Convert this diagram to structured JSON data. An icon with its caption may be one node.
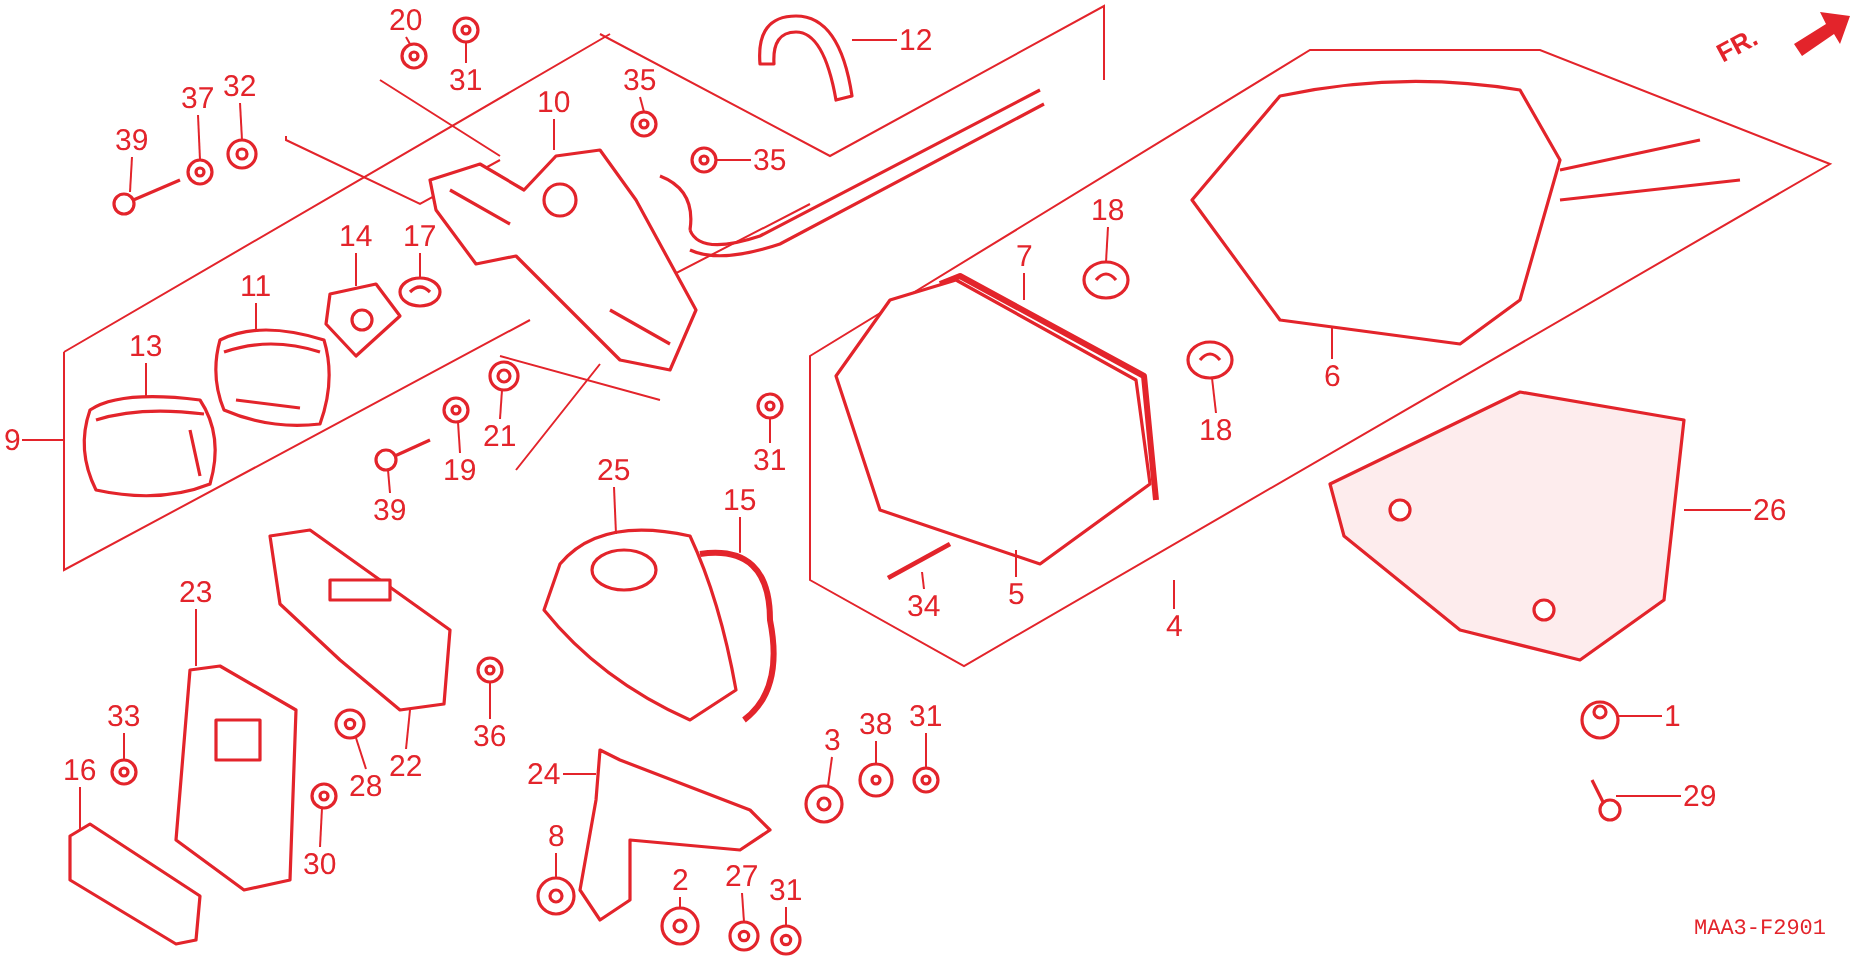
{
  "diagram": {
    "nodes": [
      {
        "text": [
          "20"
        ]
      },
      {
        "text": [
          "12"
        ]
      },
      {
        "text": [
          "31"
        ]
      },
      {
        "text": [
          "39"
        ]
      },
      {
        "text": [
          "37"
        ]
      },
      {
        "text": [
          "32"
        ]
      },
      {
        "text": [
          "10"
        ]
      },
      {
        "text": [
          "35"
        ]
      },
      {
        "text": [
          "35"
        ]
      },
      {
        "text": [
          "18"
        ]
      },
      {
        "text": [
          "14"
        ]
      },
      {
        "text": [
          "17"
        ]
      },
      {
        "text": [
          "7"
        ]
      },
      {
        "text": [
          "11"
        ]
      },
      {
        "text": [
          "13"
        ]
      },
      {
        "text": [
          "6"
        ]
      },
      {
        "text": [
          "9"
        ]
      },
      {
        "text": [
          "21"
        ]
      },
      {
        "text": [
          "18"
        ]
      },
      {
        "text": [
          "19"
        ]
      },
      {
        "text": [
          "31"
        ]
      },
      {
        "text": [
          "39"
        ]
      },
      {
        "text": [
          "25"
        ]
      },
      {
        "text": [
          "15"
        ]
      },
      {
        "text": [
          "26"
        ]
      },
      {
        "text": [
          "34"
        ]
      },
      {
        "text": [
          "5"
        ]
      },
      {
        "text": [
          "4"
        ]
      },
      {
        "text": [
          "23"
        ]
      },
      {
        "text": [
          "33"
        ]
      },
      {
        "text": [
          "36"
        ]
      },
      {
        "text": [
          "31"
        ]
      },
      {
        "text": [
          "38"
        ]
      },
      {
        "text": [
          "3"
        ]
      },
      {
        "text": [
          "1"
        ]
      },
      {
        "text": [
          "22"
        ]
      },
      {
        "text": [
          "24"
        ]
      },
      {
        "text": [
          "16"
        ]
      },
      {
        "text": [
          "28"
        ]
      },
      {
        "text": [
          "29"
        ]
      },
      {
        "text": [
          "8"
        ]
      },
      {
        "text": [
          "27"
        ]
      },
      {
        "text": [
          "2"
        ]
      },
      {
        "text": [
          "31"
        ]
      },
      {
        "text": [
          "30"
        ]
      },
      {
        "text": [],
        "shape": "picture"
      },
      {
        "text": [],
        "shape": "picture"
      },
      {
        "text": [],
        "shape": "picture"
      },
      {
        "text": [],
        "shape": "picture"
      },
      {
        "text": [],
        "shape": "picture"
      },
      {
        "text": [],
        "shape": "picture"
      },
      {
        "text": [],
        "shape": "picture"
      },
      {
        "text": [],
        "shape": "picture"
      },
      {
        "text": [],
        "shape": "picture"
      },
      {
        "text": [],
        "shape": "picture"
      },
      {
        "text": [],
        "shape": "picture"
      },
      {
        "text": [],
        "shape": "picture"
      },
      {
        "text": [],
        "shape": "picture"
      },
      {
        "text": [],
        "shape": "picture"
      },
      {
        "text": [],
        "shape": "picture"
      },
      {
        "text": [],
        "shape": "picture"
      },
      {
        "text": [],
        "shape": "picture"
      },
      {
        "text": [],
        "shape": "picture"
      },
      {
        "text": [],
        "shape": "picture"
      },
      {
        "text": [],
        "shape": "picture"
      },
      {
        "text": [],
        "shape": "picture"
      },
      {
        "text": [],
        "shape": "picture"
      },
      {
        "text": [],
        "shape": "picture"
      },
      {
        "text": [],
        "shape": "picture"
      },
      {
        "text": [],
        "shape": "picture"
      },
      {
        "text": [],
        "shape": "picture"
      },
      {
        "text": [],
        "shape": "picture"
      },
      {
        "text": [],
        "shape": "picture"
      },
      {
        "text": [],
        "shape": "picture"
      },
      {
        "text": [],
        "shape": "picture"
      },
      {
        "text": [],
        "shape": "picture"
      },
      {
        "text": [],
        "shape": "picture"
      },
      {
        "text": [],
        "shape": "picture"
      },
      {
        "text": [],
        "shape": "picture"
      },
      {
        "text": [],
        "shape": "picture"
      },
      {
        "text": [],
        "shape": "picture"
      },
      {
        "text": [],
        "shape": "picture"
      },
      {
        "text": [],
        "shape": "picture"
      },
      {
        "text": [],
        "shape": "picture"
      },
      {
        "text": [],
        "shape": "picture"
      },
      {
        "text": [],
        "shape": "picture"
      },
      {
        "text": [],
        "shape": "picture"
      },
      {
        "text": [],
        "shape": "picture"
      }
    ],
    "edges": [
      {
        "from": 0,
        "to": 45,
        "arrow": "none"
      },
      {
        "from": 1,
        "to": 46,
        "arrow": "none"
      },
      {
        "from": 2,
        "to": 47,
        "arrow": "none"
      },
      {
        "from": 3,
        "to": 48,
        "arrow": "none"
      },
      {
        "from": 4,
        "to": 49,
        "arrow": "none"
      },
      {
        "from": 5,
        "to": 50,
        "arrow": "none"
      },
      {
        "from": 6,
        "to": 51,
        "arrow": "none"
      },
      {
        "from": 7,
        "to": 52,
        "arrow": "none"
      },
      {
        "from": 8,
        "to": 53,
        "arrow": "none"
      },
      {
        "from": 9,
        "to": 54,
        "arrow": "none"
      },
      {
        "from": 10,
        "to": 55,
        "arrow": "none"
      },
      {
        "from": 11,
        "to": 56,
        "arrow": "none"
      },
      {
        "from": 12,
        "to": 57,
        "arrow": "none"
      },
      {
        "from": 13,
        "to": 58,
        "arrow": "none"
      },
      {
        "from": 14,
        "to": 59,
        "arrow": "none"
      },
      {
        "from": 15,
        "to": 60,
        "arrow": "none"
      },
      {
        "from": 16,
        "to": null,
        "arrow": "none"
      },
      {
        "from": 17,
        "to": 61,
        "arrow": "none"
      },
      {
        "from": 18,
        "to": 62,
        "arrow": "none"
      },
      {
        "from": 19,
        "to": 63,
        "arrow": "none"
      },
      {
        "from": 20,
        "to": 64,
        "arrow": "none"
      },
      {
        "from": 21,
        "to": 65,
        "arrow": "none"
      },
      {
        "from": 22,
        "to": 66,
        "arrow": "none"
      },
      {
        "from": 23,
        "to": 67,
        "arrow": "none"
      },
      {
        "from": 24,
        "to": 68,
        "arrow": "none"
      },
      {
        "from": 25,
        "to": 69,
        "arrow": "none"
      },
      {
        "from": 26,
        "to": 70,
        "arrow": "none"
      },
      {
        "from": 27,
        "to": null,
        "arrow": "none"
      },
      {
        "from": 28,
        "to": 71,
        "arrow": "none"
      },
      {
        "from": 29,
        "to": 72,
        "arrow": "none"
      },
      {
        "from": 30,
        "to": 73,
        "arrow": "none"
      },
      {
        "from": 31,
        "to": 74,
        "arrow": "none"
      },
      {
        "from": 32,
        "to": 75,
        "arrow": "none"
      },
      {
        "from": 33,
        "to": 76,
        "arrow": "none"
      },
      {
        "from": 34,
        "to": 77,
        "arrow": "none"
      },
      {
        "from": 35,
        "to": 78,
        "arrow": "none"
      },
      {
        "from": 36,
        "to": 79,
        "arrow": "none"
      },
      {
        "from": 37,
        "to": 80,
        "arrow": "none"
      },
      {
        "from": 38,
        "to": 81,
        "arrow": "none"
      },
      {
        "from": 39,
        "to": 82,
        "arrow": "none"
      },
      {
        "from": 40,
        "to": 83,
        "arrow": "none"
      },
      {
        "from": 41,
        "to": 84,
        "arrow": "none"
      },
      {
        "from": 42,
        "to": 85,
        "arrow": "none"
      },
      {
        "from": 43,
        "to": 86,
        "arrow": "none"
      },
      {
        "from": 44,
        "to": 87,
        "arrow": "none"
      }
    ],
    "labels": [
      "FR.",
      "MAA3-F2901"
    ]
  }
}
